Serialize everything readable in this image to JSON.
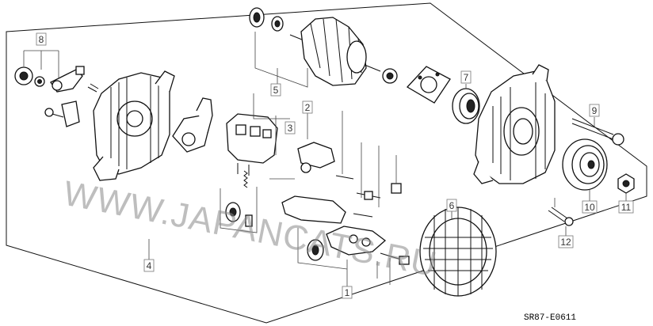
{
  "diagram": {
    "drawing_code": "SR87-E0611",
    "watermark": "WWW.JAPANCATS.RU",
    "callouts": [
      {
        "id": "c1",
        "label": "1"
      },
      {
        "id": "c2",
        "label": "2"
      },
      {
        "id": "c3",
        "label": "3"
      },
      {
        "id": "c4",
        "label": "4"
      },
      {
        "id": "c5",
        "label": "5"
      },
      {
        "id": "c6",
        "label": "6"
      },
      {
        "id": "c7",
        "label": "7"
      },
      {
        "id": "c8",
        "label": "8"
      },
      {
        "id": "c9",
        "label": "9"
      },
      {
        "id": "c10",
        "label": "10"
      },
      {
        "id": "c11",
        "label": "11"
      },
      {
        "id": "c12",
        "label": "12"
      }
    ]
  }
}
